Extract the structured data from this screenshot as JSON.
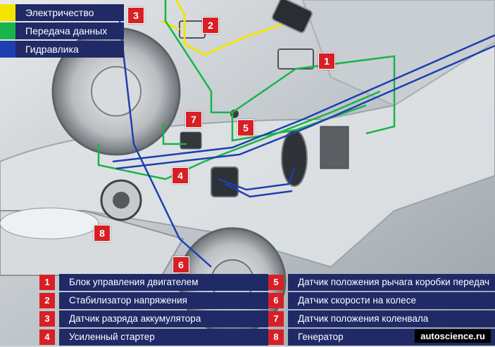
{
  "colors": {
    "electricity": "#f3e500",
    "data": "#19b44a",
    "hydraulics": "#1e3fb0",
    "marker": "#d71f26",
    "panel": "#1f2a66"
  },
  "legend": [
    {
      "label": "Электричество",
      "color": "#f3e500"
    },
    {
      "label": "Передача данных",
      "color": "#19b44a"
    },
    {
      "label": "Гидравлика",
      "color": "#1e3fb0"
    }
  ],
  "markers": [
    "1",
    "2",
    "3",
    "4",
    "5",
    "6",
    "7",
    "8"
  ],
  "key": [
    {
      "num": "1",
      "text": "Блок управления двигателем"
    },
    {
      "num": "5",
      "text": "Датчик положения рычага коробки передач"
    },
    {
      "num": "2",
      "text": "Стабилизатор напряжения"
    },
    {
      "num": "6",
      "text": "Датчик скорости на колесе"
    },
    {
      "num": "3",
      "text": "Датчик разряда аккумулятора"
    },
    {
      "num": "7",
      "text": "Датчик положения коленвала"
    },
    {
      "num": "4",
      "text": "Усиленный стартер"
    },
    {
      "num": "8",
      "text": "Генератор"
    }
  ],
  "watermark": "autoscience.ru"
}
